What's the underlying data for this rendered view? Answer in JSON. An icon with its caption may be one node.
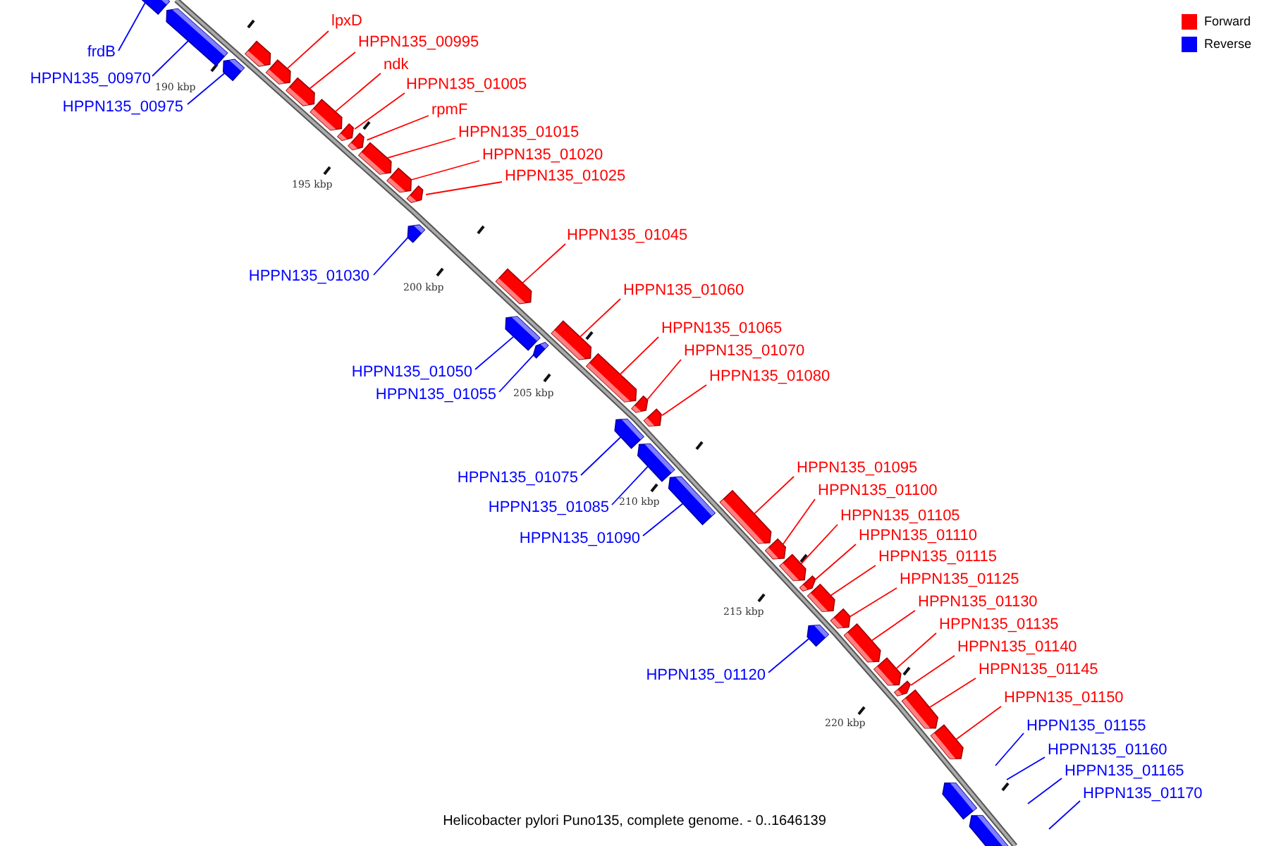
{
  "diagram": {
    "caption": "Helicobacter pylori Puno135, complete genome. - 0..1646139",
    "nodes": [
      {
        "text": [
          "frdB"
        ]
      },
      {
        "text": [],
        "shape": "arrow"
      },
      {
        "text": [
          "HPPN135_00970"
        ]
      },
      {
        "text": [],
        "shape": "arrow"
      },
      {
        "text": [
          "HPPN135_00975"
        ]
      },
      {
        "text": [],
        "shape": "arrow"
      },
      {
        "text": [],
        "shape": "arrow"
      },
      {
        "text": [
          "lpxD"
        ]
      },
      {
        "text": [],
        "shape": "arrow"
      },
      {
        "text": [
          "HPPN135_00995"
        ]
      },
      {
        "text": [],
        "shape": "arrow"
      },
      {
        "text": [
          "ndk"
        ]
      },
      {
        "text": [],
        "shape": "arrow"
      },
      {
        "text": [
          "HPPN135_01005"
        ]
      },
      {
        "text": [],
        "shape": "arrow"
      },
      {
        "text": [
          "rpmF"
        ]
      },
      {
        "text": [],
        "shape": "arrow"
      },
      {
        "text": [
          "HPPN135_01015"
        ]
      },
      {
        "text": [],
        "shape": "arrow"
      },
      {
        "text": [
          "HPPN135_01020"
        ]
      },
      {
        "text": [],
        "shape": "arrow"
      },
      {
        "text": [
          "HPPN135_01025"
        ]
      },
      {
        "text": [],
        "shape": "arrow"
      },
      {
        "text": [
          "HPPN135_01030"
        ]
      },
      {
        "text": [],
        "shape": "arrow"
      },
      {
        "text": [
          "HPPN135_01045"
        ]
      },
      {
        "text": [],
        "shape": "arrow"
      },
      {
        "text": [
          "HPPN135_01050"
        ]
      },
      {
        "text": [],
        "shape": "arrow"
      },
      {
        "text": [
          "HPPN135_01055"
        ]
      },
      {
        "text": [],
        "shape": "arrow"
      },
      {
        "text": [
          "HPPN135_01060"
        ]
      },
      {
        "text": [],
        "shape": "arrow"
      },
      {
        "text": [
          "HPPN135_01065"
        ]
      },
      {
        "text": [],
        "shape": "arrow"
      },
      {
        "text": [
          "HPPN135_01070"
        ]
      },
      {
        "text": [],
        "shape": "arrow"
      },
      {
        "text": [
          "HPPN135_01080"
        ]
      },
      {
        "text": [],
        "shape": "arrow"
      },
      {
        "text": [
          "HPPN135_01075"
        ]
      },
      {
        "text": [],
        "shape": "arrow"
      },
      {
        "text": [
          "HPPN135_01085"
        ]
      },
      {
        "text": [],
        "shape": "arrow"
      },
      {
        "text": [
          "HPPN135_01090"
        ]
      },
      {
        "text": [],
        "shape": "arrow"
      },
      {
        "text": [
          "HPPN135_01095"
        ]
      },
      {
        "text": [],
        "shape": "arrow"
      },
      {
        "text": [
          "HPPN135_01100"
        ]
      },
      {
        "text": [],
        "shape": "arrow"
      },
      {
        "text": [
          "HPPN135_01105"
        ]
      },
      {
        "text": [],
        "shape": "arrow"
      },
      {
        "text": [
          "HPPN135_01110"
        ]
      },
      {
        "text": [],
        "shape": "arrow"
      },
      {
        "text": [
          "HPPN135_01115"
        ]
      },
      {
        "text": [],
        "shape": "arrow"
      },
      {
        "text": [
          "HPPN135_01120"
        ]
      },
      {
        "text": [],
        "shape": "arrow"
      },
      {
        "text": [
          "HPPN135_01125"
        ]
      },
      {
        "text": [],
        "shape": "arrow"
      },
      {
        "text": [
          "HPPN135_01130"
        ]
      },
      {
        "text": [],
        "shape": "arrow"
      },
      {
        "text": [
          "HPPN135_01135"
        ]
      },
      {
        "text": [],
        "shape": "arrow"
      },
      {
        "text": [
          "HPPN135_01140"
        ]
      },
      {
        "text": [],
        "shape": "arrow"
      },
      {
        "text": [
          "HPPN135_01145"
        ]
      },
      {
        "text": [],
        "shape": "arrow"
      },
      {
        "text": [
          "HPPN135_01150"
        ]
      },
      {
        "text": [],
        "shape": "arrow"
      },
      {
        "text": [
          "HPPN135_01155"
        ]
      },
      {
        "text": [
          "HPPN135_01160"
        ]
      },
      {
        "text": [
          "HPPN135_01165"
        ]
      },
      {
        "text": [
          "HPPN135_01170"
        ]
      },
      {
        "text": [],
        "shape": "arrow"
      },
      {
        "text": [],
        "shape": "arrow"
      }
    ],
    "edges": [
      {
        "from": 0,
        "to": 1,
        "arrow": "none",
        "color": "#0000ff"
      },
      {
        "from": 2,
        "to": 3,
        "arrow": "none",
        "color": "#0000ff"
      },
      {
        "from": 4,
        "to": 5,
        "arrow": "none",
        "color": "#0000ff"
      },
      {
        "from": 7,
        "to": 8,
        "arrow": "none"
      },
      {
        "from": 9,
        "to": 10,
        "arrow": "none"
      },
      {
        "from": 11,
        "to": 12,
        "arrow": "none"
      },
      {
        "from": 13,
        "to": 14,
        "arrow": "none"
      },
      {
        "from": 15,
        "to": 16,
        "arrow": "none"
      },
      {
        "from": 17,
        "to": 18,
        "arrow": "none"
      },
      {
        "from": 19,
        "to": 20,
        "arrow": "none"
      },
      {
        "from": 21,
        "to": 22,
        "arrow": "none"
      },
      {
        "from": 23,
        "to": 24,
        "arrow": "none",
        "color": "#0000ff"
      },
      {
        "from": 25,
        "to": 26,
        "arrow": "none"
      },
      {
        "from": 27,
        "to": 28,
        "arrow": "none",
        "color": "#0000ff"
      },
      {
        "from": 29,
        "to": 30,
        "arrow": "none",
        "color": "#0000ff"
      },
      {
        "from": 31,
        "to": 32,
        "arrow": "none"
      },
      {
        "from": 33,
        "to": 34,
        "arrow": "none"
      },
      {
        "from": 35,
        "to": 36,
        "arrow": "none"
      },
      {
        "from": 37,
        "to": 38,
        "arrow": "none"
      },
      {
        "from": 39,
        "to": 40,
        "arrow": "none",
        "color": "#0000ff"
      },
      {
        "from": 41,
        "to": 42,
        "arrow": "none",
        "color": "#0000ff"
      },
      {
        "from": 43,
        "to": 44,
        "arrow": "none",
        "color": "#0000ff"
      },
      {
        "from": 45,
        "to": 46,
        "arrow": "none"
      },
      {
        "from": 47,
        "to": 48,
        "arrow": "none"
      },
      {
        "from": 49,
        "to": 50,
        "arrow": "none"
      },
      {
        "from": 51,
        "to": 52,
        "arrow": "none"
      },
      {
        "from": 53,
        "to": 54,
        "arrow": "none"
      },
      {
        "from": 55,
        "to": 56,
        "arrow": "none",
        "color": "#0000ff"
      },
      {
        "from": 57,
        "to": 58,
        "arrow": "none"
      },
      {
        "from": 59,
        "to": 60,
        "arrow": "none"
      },
      {
        "from": 61,
        "to": 62,
        "arrow": "none"
      },
      {
        "from": 63,
        "to": 64,
        "arrow": "none"
      },
      {
        "from": 65,
        "to": 66,
        "arrow": "none"
      },
      {
        "from": 67,
        "to": 68,
        "arrow": "none"
      },
      {
        "from": 69,
        "to": null,
        "arrow": "none",
        "color": "#0000ff"
      },
      {
        "from": 70,
        "to": null,
        "arrow": "none",
        "color": "#0000ff"
      },
      {
        "from": 71,
        "to": null,
        "arrow": "none",
        "color": "#0000ff"
      },
      {
        "from": 72,
        "to": null,
        "arrow": "none",
        "color": "#0000ff"
      }
    ],
    "labels": [
      "190 kbp",
      "195 kbp",
      "200 kbp",
      "205 kbp",
      "210 kbp",
      "215 kbp",
      "220 kbp"
    ],
    "legend": [
      {
        "text": "Forward",
        "color": "#ff0000"
      },
      {
        "text": "Reverse",
        "color": "#0000ff"
      }
    ]
  }
}
